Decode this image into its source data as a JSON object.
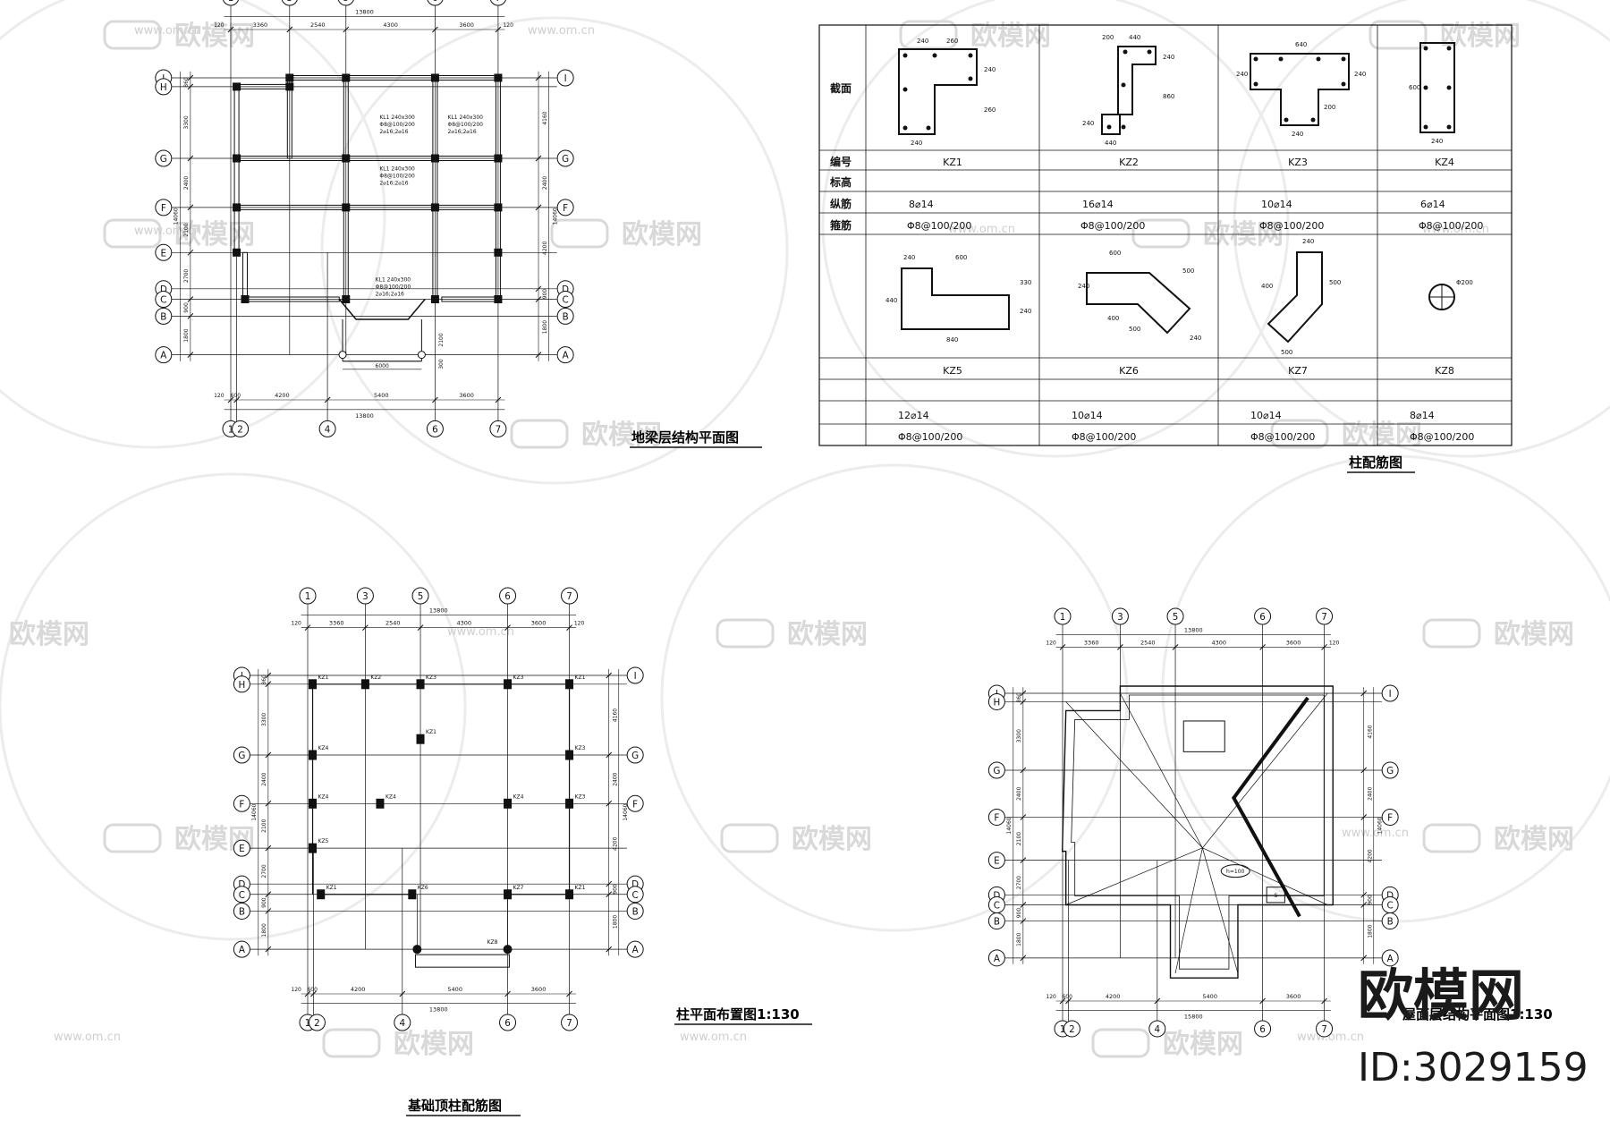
{
  "brand": {
    "logo_text": "欧模网",
    "id_text": "ID:3029159",
    "watermark_text": "欧模网",
    "watermark_url": "www.om.cn"
  },
  "colors": {
    "line": "#111111",
    "grid": "#222222",
    "watermark": "#d9d9d9",
    "logo": "#1a1a1a"
  },
  "plans": {
    "ground_beam": {
      "title": "地梁层结构平面图"
    },
    "column_layout": {
      "title": "柱平面布置图1:130"
    },
    "foundation_top": {
      "title": "基础顶柱配筋图"
    },
    "roof": {
      "title": "屋面层结构平面图1:130"
    }
  },
  "axes": {
    "top_labels": [
      "1",
      "3",
      "5",
      "6",
      "7"
    ],
    "bottom_labels": [
      "1",
      "2",
      "4",
      "6",
      "7"
    ],
    "row_labels": [
      "I",
      "H",
      "G",
      "F",
      "E",
      "D",
      "C",
      "B",
      "A"
    ],
    "top_dims": [
      "3360",
      "2540",
      "4300",
      "3600"
    ],
    "bottom_dims": [
      "4200",
      "5400",
      "3600"
    ],
    "total": "13800",
    "small": [
      "120",
      "600"
    ],
    "left_dims": [
      "860",
      "3300",
      "2400",
      "2100",
      "2700",
      "900",
      "1800"
    ],
    "right_dims": [
      "4160",
      "2400",
      "4200",
      "900",
      "1800"
    ],
    "left_total": "14060",
    "side_total": "14060",
    "bay": "6000",
    "step": "2100",
    "step2": "300",
    "roof_total": "13800",
    "roof_bottom_total": "15800",
    "h100": "h=100",
    "roof_s": "S"
  },
  "beam_notes": {
    "a": "KL1 240x300",
    "b": "Φ8@100/200",
    "c": "2⌀16;2⌀16"
  },
  "column_table": {
    "title": "柱配筋图",
    "row_labels": [
      "截面",
      "编号",
      "标高",
      "纵筋",
      "箍筋"
    ],
    "top": [
      {
        "id": "KZ1",
        "long": "8⌀14",
        "stirrup": "Φ8@100/200"
      },
      {
        "id": "KZ2",
        "long": "16⌀14",
        "stirrup": "Φ8@100/200"
      },
      {
        "id": "KZ3",
        "long": "10⌀14",
        "stirrup": "Φ8@100/200"
      },
      {
        "id": "KZ4",
        "long": "6⌀14",
        "stirrup": "Φ8@100/200"
      }
    ],
    "bottom": [
      {
        "id": "KZ5",
        "long": "12⌀14",
        "stirrup": "Φ8@100/200"
      },
      {
        "id": "KZ6",
        "long": "10⌀14",
        "stirrup": "Φ8@100/200"
      },
      {
        "id": "KZ7",
        "long": "10⌀14",
        "stirrup": "Φ8@100/200"
      },
      {
        "id": "KZ8",
        "long": "8⌀14",
        "stirrup": "Φ8@100/200"
      }
    ],
    "dims": {
      "kz1": [
        "240",
        "260",
        "240",
        "260",
        "240"
      ],
      "kz2": [
        "200",
        "440",
        "240",
        "860",
        "240",
        "440"
      ],
      "kz3": [
        "640",
        "240",
        "240",
        "200",
        "240"
      ],
      "kz4": [
        "600",
        "240"
      ],
      "kz5": [
        "240",
        "600",
        "330",
        "440",
        "240",
        "840"
      ],
      "kz6": [
        "600",
        "240",
        "500",
        "400",
        "240",
        "500"
      ],
      "kz7": [
        "240",
        "500",
        "400",
        "500"
      ],
      "kz8": [
        "Φ200"
      ]
    }
  },
  "column_tags": [
    "KZ1",
    "KZ2",
    "KZ3",
    "KZ4",
    "KZ5",
    "KZ6",
    "KZ7",
    "KZ8"
  ]
}
